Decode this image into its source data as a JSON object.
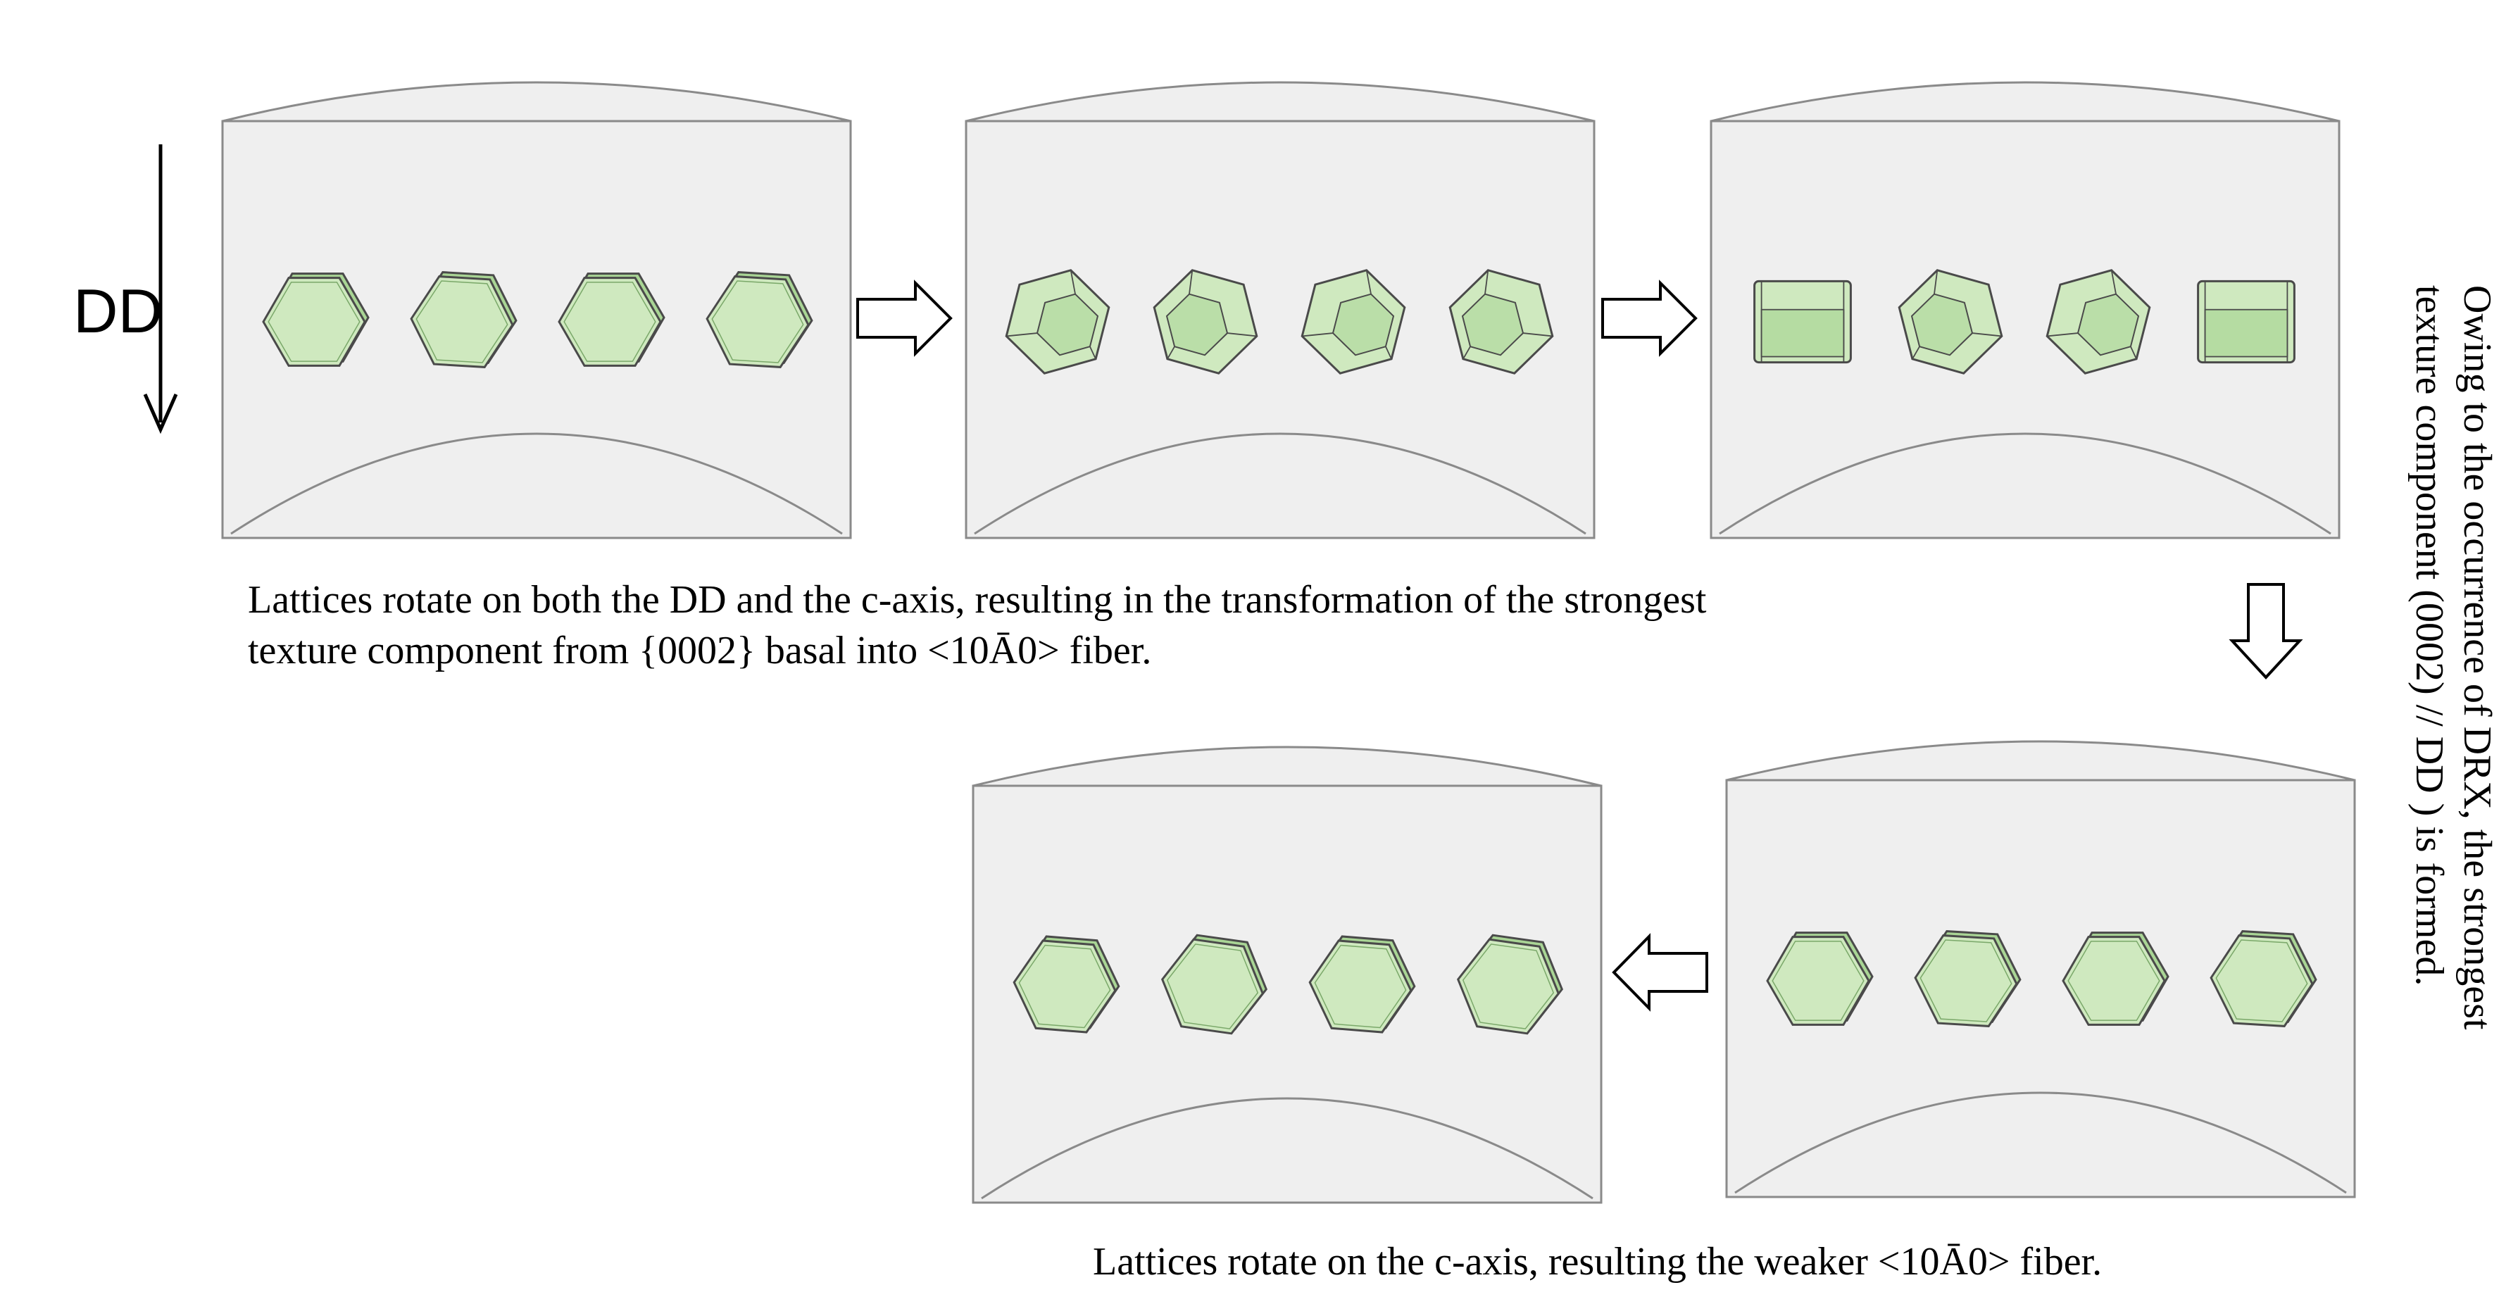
{
  "direction_label": "DD",
  "caption_top_line1": "Lattices rotate on both the DD and the c-axis, resulting in the transformation of the strongest",
  "caption_top_line2": "texture component from {0002} basal into <10Ā0> fiber.",
  "caption_bottom": "Lattices rotate on the c-axis, resulting the weaker <10Ā0> fiber.",
  "caption_side_line1": "Owing to the occurrence of DRX, the strongest",
  "caption_side_line2": "texture component (0002) // DD ) is formed.",
  "colors": {
    "crystal_fill": "#cfe9bf",
    "crystal_fill_dark": "#a9d595",
    "crystal_stroke": "#4a4a4a",
    "billet_fill": "#efefef",
    "billet_stroke": "#8a8a8a",
    "arrow_stroke": "#000000"
  },
  "stages": [
    {
      "id": "stage-1",
      "crystal_views": [
        "hexagon",
        "hexagon",
        "hexagon",
        "hexagon"
      ]
    },
    {
      "id": "stage-2",
      "crystal_views": [
        "tilted",
        "tilted",
        "tilted",
        "tilted"
      ]
    },
    {
      "id": "stage-3",
      "crystal_views": [
        "prism-side",
        "tilted",
        "tilted",
        "prism-side"
      ]
    },
    {
      "id": "stage-4",
      "crystal_views": [
        "hexagon",
        "hexagon",
        "hexagon",
        "hexagon"
      ]
    },
    {
      "id": "stage-5",
      "crystal_views": [
        "hexagon",
        "hexagon",
        "hexagon",
        "hexagon"
      ]
    }
  ]
}
